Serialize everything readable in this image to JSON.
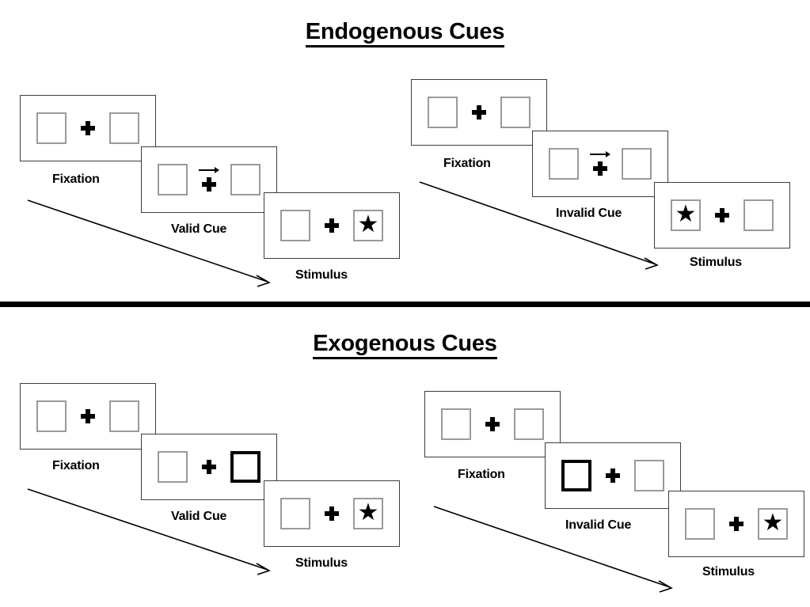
{
  "page": {
    "background": "#ffffff",
    "accent_color": "#000000",
    "box_border_color": "#9a9a9a",
    "cued_box_border_color": "#000000",
    "panel_border_color": "#3d3d3d"
  },
  "sections": [
    {
      "id": "endogenous",
      "title": "Endogenous Cues",
      "sequences": [
        {
          "id": "endogenous-valid",
          "frames": [
            {
              "caption": "Fixation",
              "left_box": {
                "cued": false,
                "star": false
              },
              "right_box": {
                "cued": false,
                "star": false
              },
              "arrow_cue": null
            },
            {
              "caption": "Valid Cue",
              "left_box": {
                "cued": false,
                "star": false
              },
              "right_box": {
                "cued": false,
                "star": false
              },
              "arrow_cue": "right"
            },
            {
              "caption": "Stimulus",
              "left_box": {
                "cued": false,
                "star": false
              },
              "right_box": {
                "cued": false,
                "star": true
              },
              "arrow_cue": null
            }
          ]
        },
        {
          "id": "endogenous-invalid",
          "frames": [
            {
              "caption": "Fixation",
              "left_box": {
                "cued": false,
                "star": false
              },
              "right_box": {
                "cued": false,
                "star": false
              },
              "arrow_cue": null
            },
            {
              "caption": "Invalid Cue",
              "left_box": {
                "cued": false,
                "star": false
              },
              "right_box": {
                "cued": false,
                "star": false
              },
              "arrow_cue": "right"
            },
            {
              "caption": "Stimulus",
              "left_box": {
                "cued": false,
                "star": true
              },
              "right_box": {
                "cued": false,
                "star": false
              },
              "arrow_cue": null
            }
          ]
        }
      ]
    },
    {
      "id": "exogenous",
      "title": "Exogenous Cues",
      "sequences": [
        {
          "id": "exogenous-valid",
          "frames": [
            {
              "caption": "Fixation",
              "left_box": {
                "cued": false,
                "star": false
              },
              "right_box": {
                "cued": false,
                "star": false
              },
              "arrow_cue": null
            },
            {
              "caption": "Valid Cue",
              "left_box": {
                "cued": false,
                "star": false
              },
              "right_box": {
                "cued": true,
                "star": false
              },
              "arrow_cue": null
            },
            {
              "caption": "Stimulus",
              "left_box": {
                "cued": false,
                "star": false
              },
              "right_box": {
                "cued": false,
                "star": true
              },
              "arrow_cue": null
            }
          ]
        },
        {
          "id": "exogenous-invalid",
          "frames": [
            {
              "caption": "Fixation",
              "left_box": {
                "cued": false,
                "star": false
              },
              "right_box": {
                "cued": false,
                "star": false
              },
              "arrow_cue": null
            },
            {
              "caption": "Invalid Cue",
              "left_box": {
                "cued": true,
                "star": false
              },
              "right_box": {
                "cued": false,
                "star": false
              },
              "arrow_cue": null
            },
            {
              "caption": "Stimulus",
              "left_box": {
                "cued": false,
                "star": false
              },
              "right_box": {
                "cued": false,
                "star": true
              },
              "arrow_cue": null
            }
          ]
        }
      ]
    }
  ],
  "icons": {
    "star_glyph": "★",
    "time_arrow": "diagonal-arrow-down-right",
    "cue_arrow": "arrow-right"
  },
  "labels": {
    "fixation": "Fixation",
    "valid_cue": "Valid Cue",
    "invalid_cue": "Invalid Cue",
    "stimulus": "Stimulus"
  }
}
